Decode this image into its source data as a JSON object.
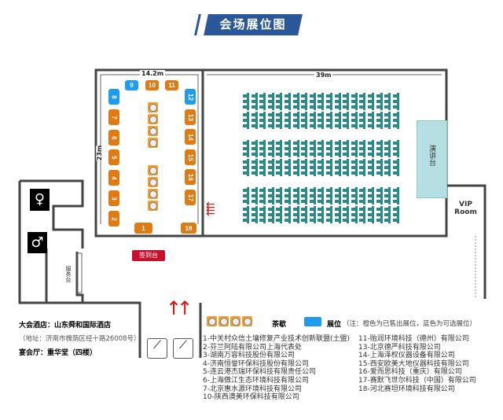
{
  "title": "会场展位图",
  "dimensions": {
    "width": "14.2m",
    "height": "23m",
    "hall": "39m"
  },
  "rooms": {
    "stage": "演讲台",
    "vip": "VIP Room",
    "service": "服务台",
    "signin": "签到台"
  },
  "booths": [
    {
      "id": "1",
      "status": "sold"
    },
    {
      "id": "2",
      "status": "sold"
    },
    {
      "id": "3",
      "status": "sold"
    },
    {
      "id": "4",
      "status": "sold"
    },
    {
      "id": "5",
      "status": "sold"
    },
    {
      "id": "6",
      "status": "sold"
    },
    {
      "id": "7",
      "status": "sold"
    },
    {
      "id": "8",
      "status": "available"
    },
    {
      "id": "9",
      "status": "available"
    },
    {
      "id": "10",
      "status": "sold"
    },
    {
      "id": "11",
      "status": "sold"
    },
    {
      "id": "12",
      "status": "available"
    },
    {
      "id": "13",
      "status": "sold"
    },
    {
      "id": "14",
      "status": "sold"
    },
    {
      "id": "15",
      "status": "sold"
    },
    {
      "id": "16",
      "status": "sold"
    },
    {
      "id": "17",
      "status": "sold"
    },
    {
      "id": "18",
      "status": "sold"
    }
  ],
  "colors": {
    "sold": "#e07b14",
    "available": "#1e9cf0",
    "title_bg": "#2a579a",
    "seat": "#2a8a8a",
    "stage": "#b5dfe3",
    "signin": "#c8102e"
  },
  "legend": {
    "tea": "茶歇",
    "booth": "展位",
    "note": "（注：橙色为已售出展位，蓝色为可选展位）"
  },
  "hotel": {
    "name": "大会酒店：山东舜和国际酒店",
    "address": "（地址：济南市槐荫区经十路26008号）",
    "hall": "宴会厅：重华堂（四楼）"
  },
  "exhibitors_left": [
    "1-中关村众信土壤修复产业技术创新联盟(土盟)",
    "2-芬兰阿陆有限公司上海代表处",
    "3-湖南万容科技股份有限公司",
    "4-济南恒誉环保科技股份有限公司",
    "5-连云港杰瑞环保科技有限责任公司",
    "6-上海傲江生态环境科技有限公司",
    "7-北京惠水源环境科技有限公司",
    "10-陕西澳美环保科技有限公司"
  ],
  "exhibitors_right": [
    "11-贻润环境科技（德州）有限公司",
    "13-北京德严科技有限公司",
    "14-上海泽权仪器设备有限公司",
    "15-西安欧美大地仪器科技有限公司",
    "16-爱而思科技（重庆）有限公司",
    "17-赛默飞世尔科技（中国）有限公司",
    "18-河北赛坦环境科技有限公司"
  ]
}
